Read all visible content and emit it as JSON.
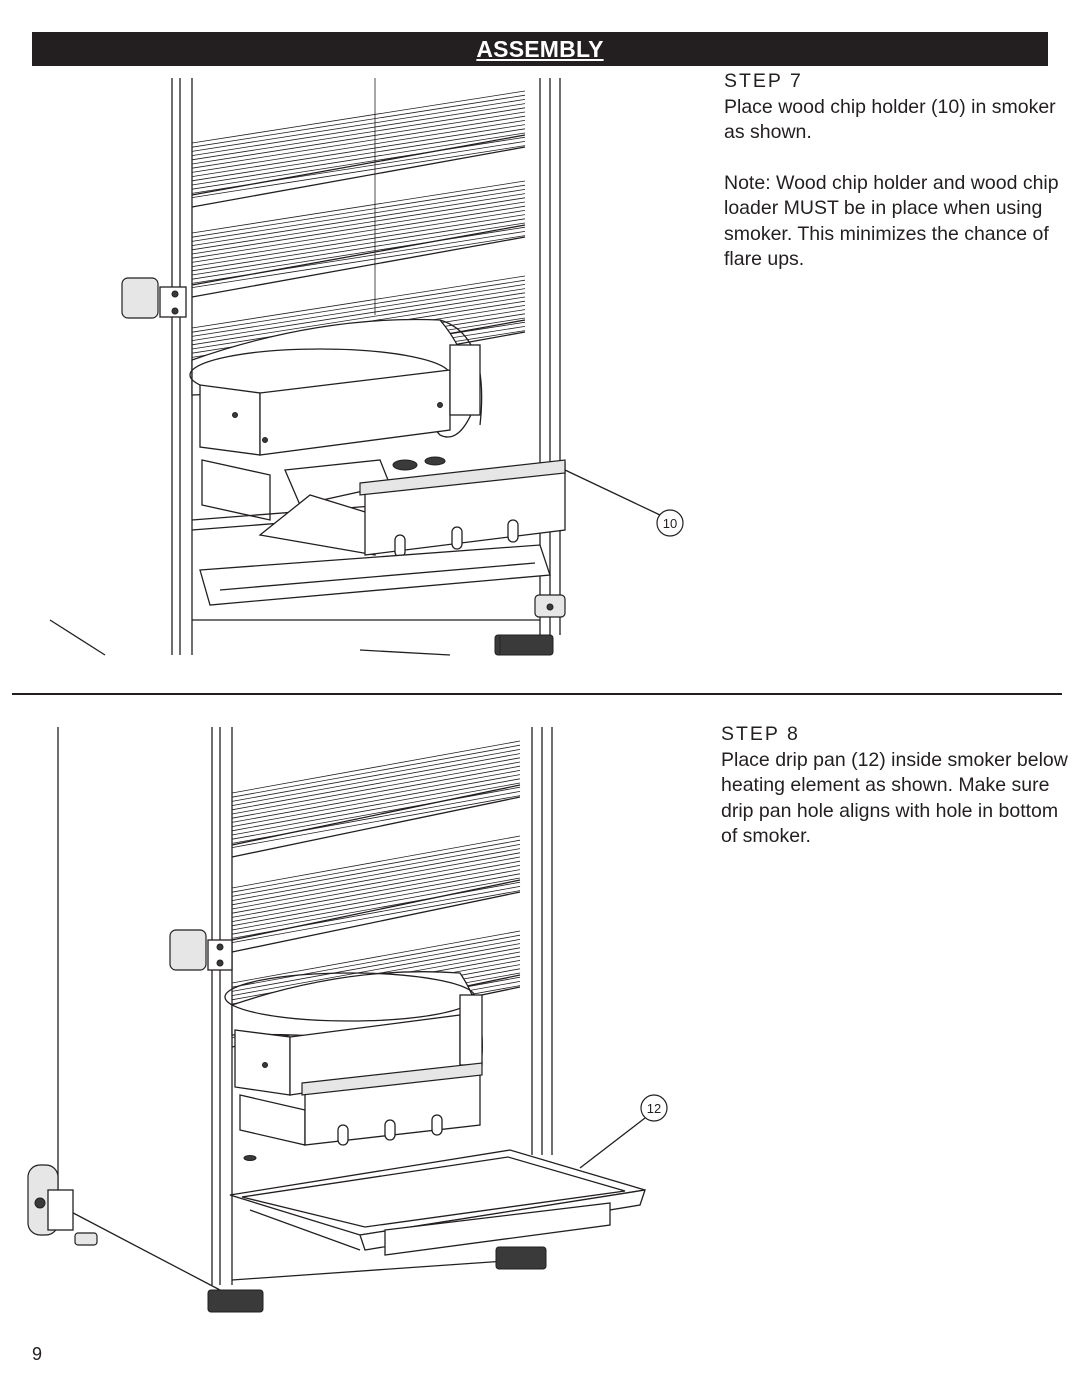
{
  "header": {
    "title": "ASSEMBLY"
  },
  "step7": {
    "title": "STEP 7",
    "instruction": "Place wood chip holder (10) in smoker as shown.",
    "note": "Note: Wood chip holder and wood chip loader MUST be in place when using smoker.  This minimizes the chance of flare ups.",
    "callout": "10"
  },
  "step8": {
    "title": "STEP 8",
    "instruction": "Place drip pan (12) inside smoker below heating element as shown. Make sure drip pan hole aligns with hole in bottom of smoker.",
    "callout": "12"
  },
  "footer": {
    "page_number": "9"
  }
}
